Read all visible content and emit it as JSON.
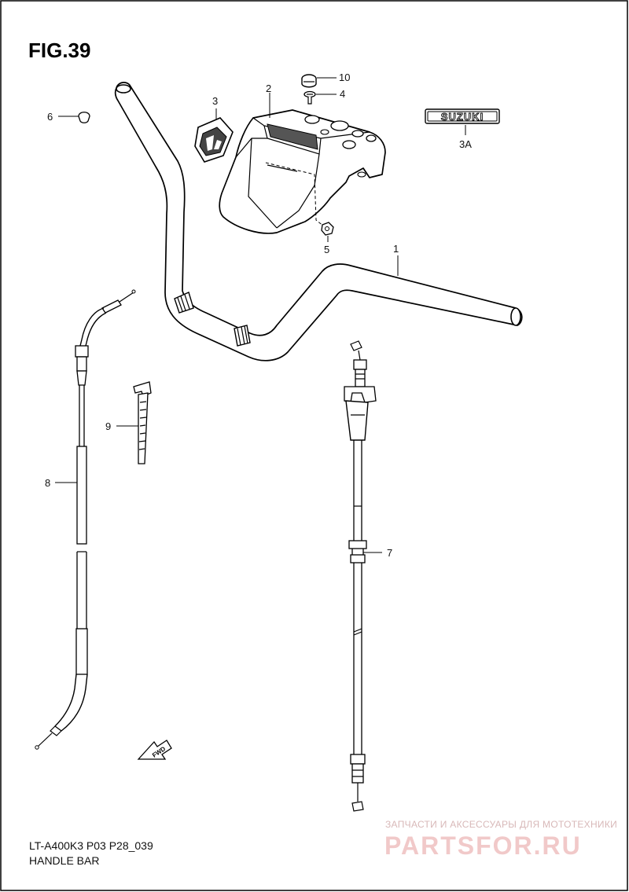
{
  "figure": {
    "title": "FIG.39",
    "model_code": "LT-A400K3 P03 P28_039",
    "section_name": "HANDLE BAR"
  },
  "callouts": [
    {
      "id": "1",
      "part": "handlebar"
    },
    {
      "id": "2",
      "part": "handlebar-cover"
    },
    {
      "id": "3",
      "part": "emblem"
    },
    {
      "id": "3A",
      "part": "suzuki-emblem"
    },
    {
      "id": "4",
      "part": "screw"
    },
    {
      "id": "5",
      "part": "nut"
    },
    {
      "id": "6",
      "part": "cap"
    },
    {
      "id": "7",
      "part": "throttle-cable"
    },
    {
      "id": "8",
      "part": "brake-cable"
    },
    {
      "id": "9",
      "part": "clamp"
    },
    {
      "id": "10",
      "part": "plug"
    }
  ],
  "emblem_text": "SUZUKI",
  "direction_marker": "FWD",
  "watermark": {
    "tagline": "ЗАПЧАСТИ И АКСЕССУАРЫ ДЛЯ МОТОТЕХНИКИ",
    "brand": "PARTSFOR.RU"
  }
}
